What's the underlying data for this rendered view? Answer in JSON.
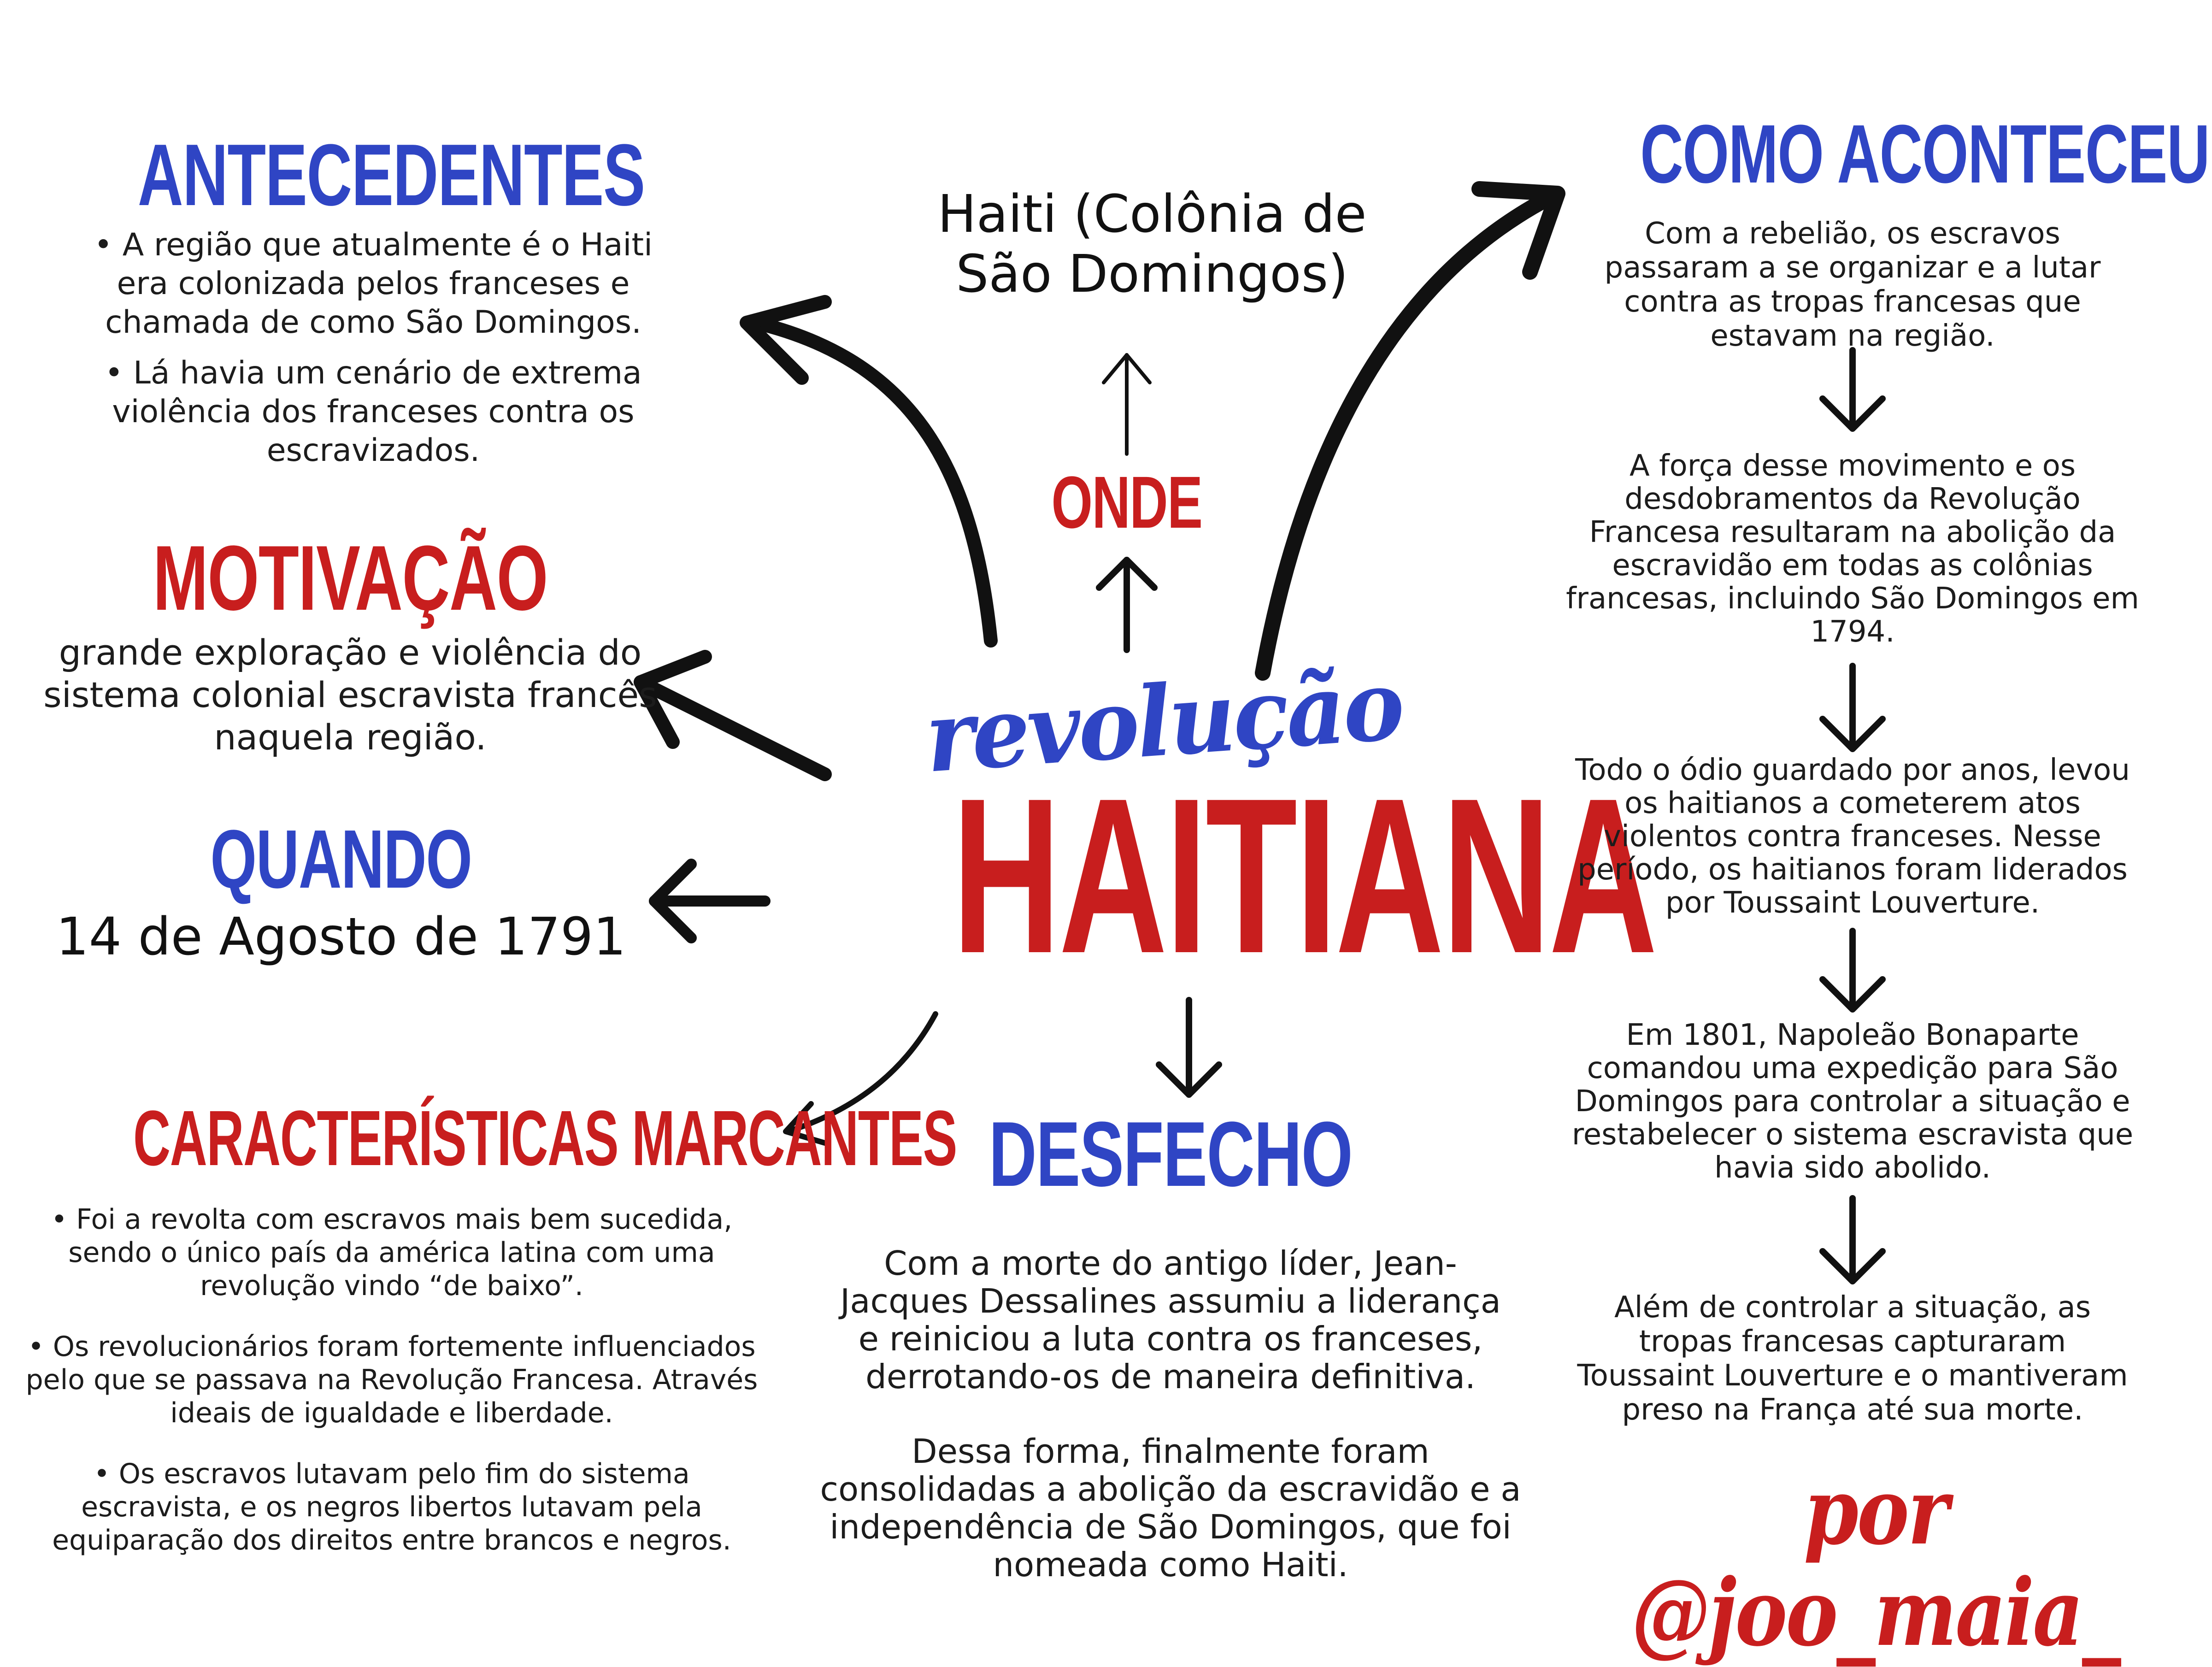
{
  "center": {
    "title_script": "revolução",
    "title_main": "HAITIANA",
    "script_color": "#2f45c4",
    "main_color": "#c81e1e"
  },
  "antecedentes": {
    "heading": "ANTECEDENTES",
    "items": [
      "• A região que atualmente é o Haiti era colonizada pelos franceses e chamada de como São Domingos.",
      "• Lá havia um cenário de extrema violência dos franceses contra os escravizados."
    ]
  },
  "motivacao": {
    "heading": "MOTIVAÇÃO",
    "text": "grande exploração e violência do sistema colonial escravista francês naquela região."
  },
  "quando": {
    "heading": "QUANDO",
    "text": "14 de Agosto de 1791"
  },
  "onde": {
    "heading": "ONDE",
    "text": "Haiti (Colônia de São Domingos)"
  },
  "caracteristicas": {
    "heading": "CARACTERÍSTICAS MARCANTES",
    "items": [
      "• Foi a revolta com escravos mais bem sucedida, sendo o único país da américa latina com uma revolução vindo “de baixo”.",
      "• Os revolucionários foram fortemente influenciados pelo que se passava na Revolução Francesa. Através ideais de igualdade e liberdade.",
      "• Os escravos lutavam pelo fim do sistema escravista, e os negros libertos lutavam pela equiparação dos direitos entre brancos e negros."
    ]
  },
  "desfecho": {
    "heading": "DESFECHO",
    "paragraphs": [
      "Com a morte do antigo líder, Jean-Jacques Dessalines assumiu a liderança e reiniciou a luta contra os franceses, derrotando-os de maneira definitiva.",
      "Dessa forma, finalmente foram consolidadas a abolição da escravidão e a independência de São Domingos, que foi nomeada como Haiti."
    ]
  },
  "como_aconteceu": {
    "heading": "COMO ACONTECEU",
    "steps": [
      "Com a rebelião, os escravos passaram a se organizar e a lutar contra as tropas francesas que estavam na região.",
      "A força desse movimento e os desdobramentos da Revolução Francesa resultaram na abolição da escravidão em todas as colônias francesas, incluindo São Domingos em 1794.",
      "Todo o ódio guardado por anos, levou os haitianos a cometerem atos violentos contra franceses. Nesse período, os haitianos foram liderados por Toussaint Louverture.",
      "Em 1801, Napoleão Bonaparte comandou uma expedição para São Domingos para controlar a situação e restabelecer o sistema escravista que havia sido abolido.",
      "Além de controlar a situação, as tropas francesas capturaram Toussaint Louverture e o mantiveram preso na França até sua morte."
    ]
  },
  "signature": {
    "text": "por @joo_maia_",
    "color": "#c81e1e"
  }
}
